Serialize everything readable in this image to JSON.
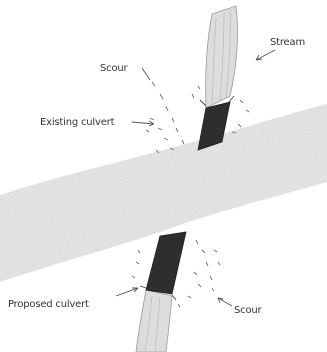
{
  "labels": {
    "stream": "Stream",
    "scour_top": "Scour",
    "existing_culvert": "Existing culvert",
    "proposed_culvert": "Proposed culvert",
    "scour_bottom": "Scour"
  },
  "colors": {
    "culvert": "#2e2e2e",
    "road": "#e0e0e0",
    "stream": "#d6d6d6",
    "line": "#555555"
  }
}
